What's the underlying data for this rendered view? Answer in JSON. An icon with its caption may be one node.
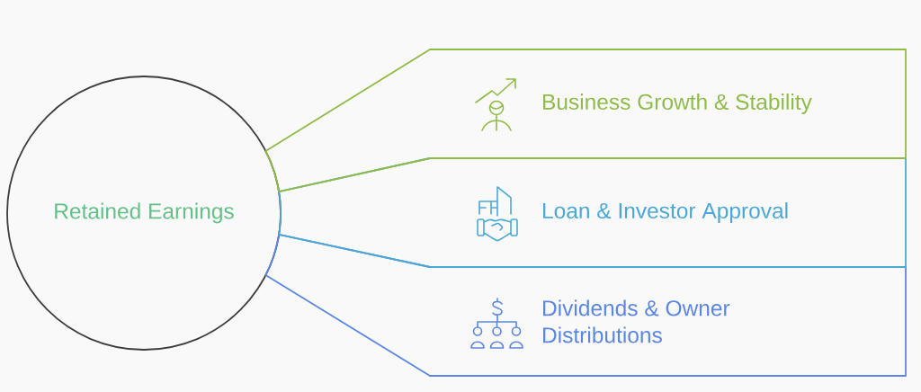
{
  "diagram": {
    "nodes": [
      {
        "text": [
          "Retained Earnings"
        ]
      },
      {
        "text": [
          "Business Growth & Stability"
        ]
      },
      {
        "text": [
          "Loan & Investor Approval"
        ]
      },
      {
        "text": [
          "Dividends & Owner Distributions"
        ]
      }
    ],
    "edges": [
      {
        "from": 0,
        "to": 1,
        "arrow": "none",
        "color": "#8fbb47"
      },
      {
        "from": 0,
        "to": 2,
        "arrow": "none",
        "color": "#4aa8d7"
      },
      {
        "from": 0,
        "to": 3,
        "arrow": "none",
        "color": "#5b86e2"
      }
    ]
  }
}
